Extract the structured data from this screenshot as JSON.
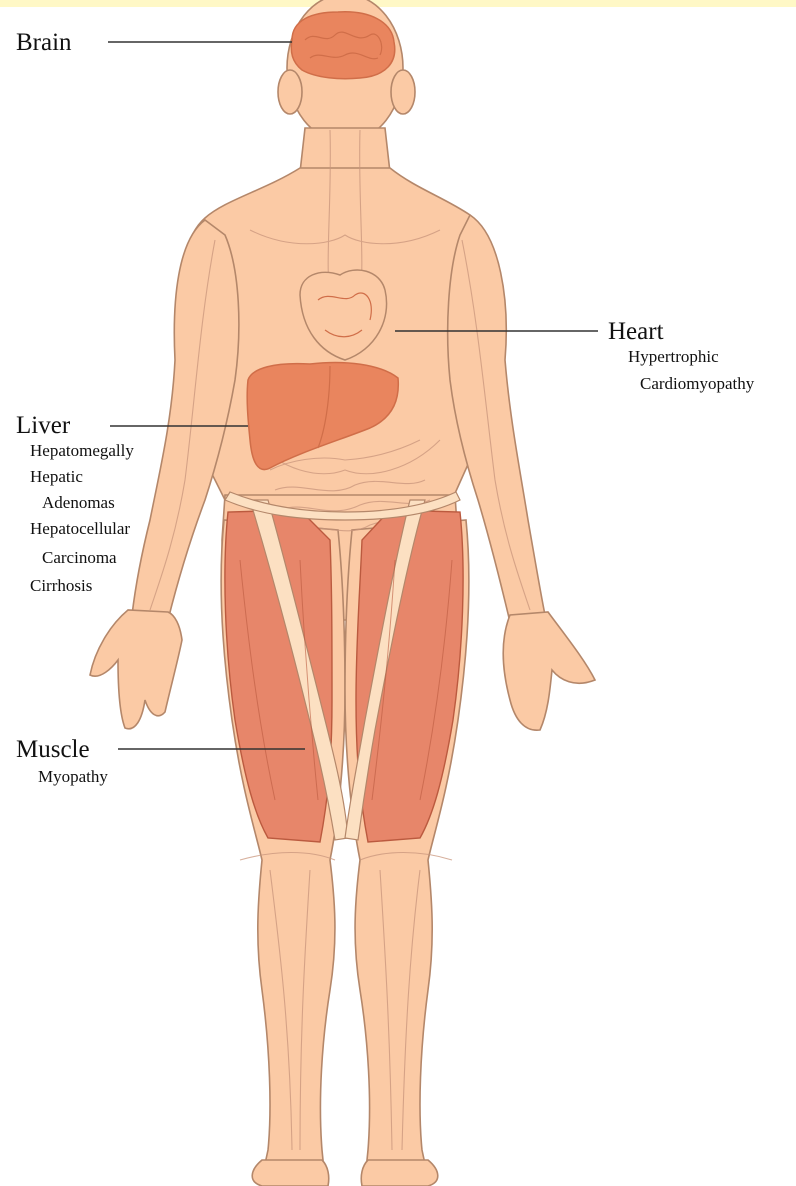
{
  "colors": {
    "top_band": "#fff8c6",
    "skin": "#fbcaa5",
    "skin_outline": "#b4876a",
    "skin_vessel": "#c9957c",
    "organ": "#e9855e",
    "organ_dark": "#d06e49",
    "muscle": "#e7866a",
    "muscle_line": "#bb5a3f",
    "sartorius": "#fce0c2",
    "leader_line": "#333333"
  },
  "labels": {
    "brain": {
      "organ": "Brain",
      "conditions": []
    },
    "heart": {
      "organ": "Heart",
      "conditions": [
        "Hypertrophic",
        "Cardiomyopathy"
      ]
    },
    "liver": {
      "organ": "Liver",
      "conditions": [
        "Hepatomegally",
        "Hepatic",
        "Adenomas",
        "Hepatocellular",
        "Carcinoma",
        "Cirrhosis"
      ]
    },
    "muscle": {
      "organ": "Muscle",
      "conditions": [
        "Myopathy"
      ]
    }
  }
}
